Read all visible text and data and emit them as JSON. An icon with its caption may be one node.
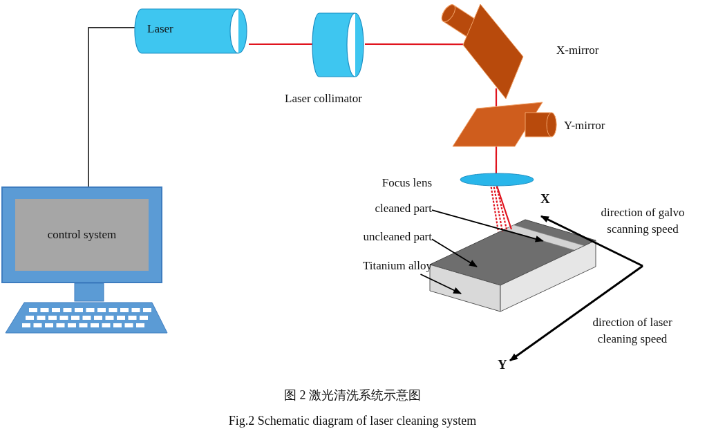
{
  "diagram": {
    "caption": "Fig.2 Schematic diagram of laser cleaning system",
    "nodes": [
      {
        "text": [
          "control system"
        ]
      },
      {
        "text": [
          "Laser"
        ]
      },
      {
        "text": [],
        "shape": "cylinder",
        "beside": [
          "Laser collimator"
        ]
      },
      {
        "text": [],
        "shape": "picture",
        "beside": [
          "X-mirror"
        ]
      },
      {
        "text": [],
        "shape": "picture",
        "beside": [
          "Y-mirror"
        ]
      },
      {
        "text": [],
        "shape": "ellipse",
        "beside": [
          "Focus lens"
        ]
      },
      {
        "text": [
          "cleaned part"
        ]
      },
      {
        "text": [
          "uncleaned part"
        ]
      },
      {
        "text": [
          "Titanium alloy"
        ]
      },
      {
        "text": [],
        "shape": "bar",
        "in": 10
      },
      {
        "text": [],
        "shape": "box"
      },
      {
        "text": [],
        "shape": "box"
      }
    ],
    "edges": [
      {
        "from": 0,
        "to": 1,
        "arrow": "none",
        "color": "#333333"
      },
      {
        "from": 1,
        "to": 2,
        "arrow": "none"
      },
      {
        "from": 2,
        "to": 3,
        "arrow": "none"
      },
      {
        "from": 3,
        "to": 4,
        "arrow": "none"
      },
      {
        "from": 4,
        "to": 5,
        "arrow": "none"
      },
      {
        "from": 5,
        "to": 9,
        "arrow": "none"
      },
      {
        "from": 5,
        "to": 9,
        "arrow": "none",
        "style": "dashed"
      },
      {
        "from": 6,
        "to": 9,
        "arrow": "to",
        "color": "#000000"
      },
      {
        "from": 7,
        "to": 10,
        "arrow": "to",
        "color": "#000000"
      },
      {
        "from": 8,
        "to": 11,
        "arrow": "to",
        "color": "#000000"
      }
    ],
    "labels": [
      "X",
      "direction of galvo scanning speed",
      "direction of laser cleaning speed",
      "Y",
      "图 2 激光清洗系统示意图"
    ]
  }
}
